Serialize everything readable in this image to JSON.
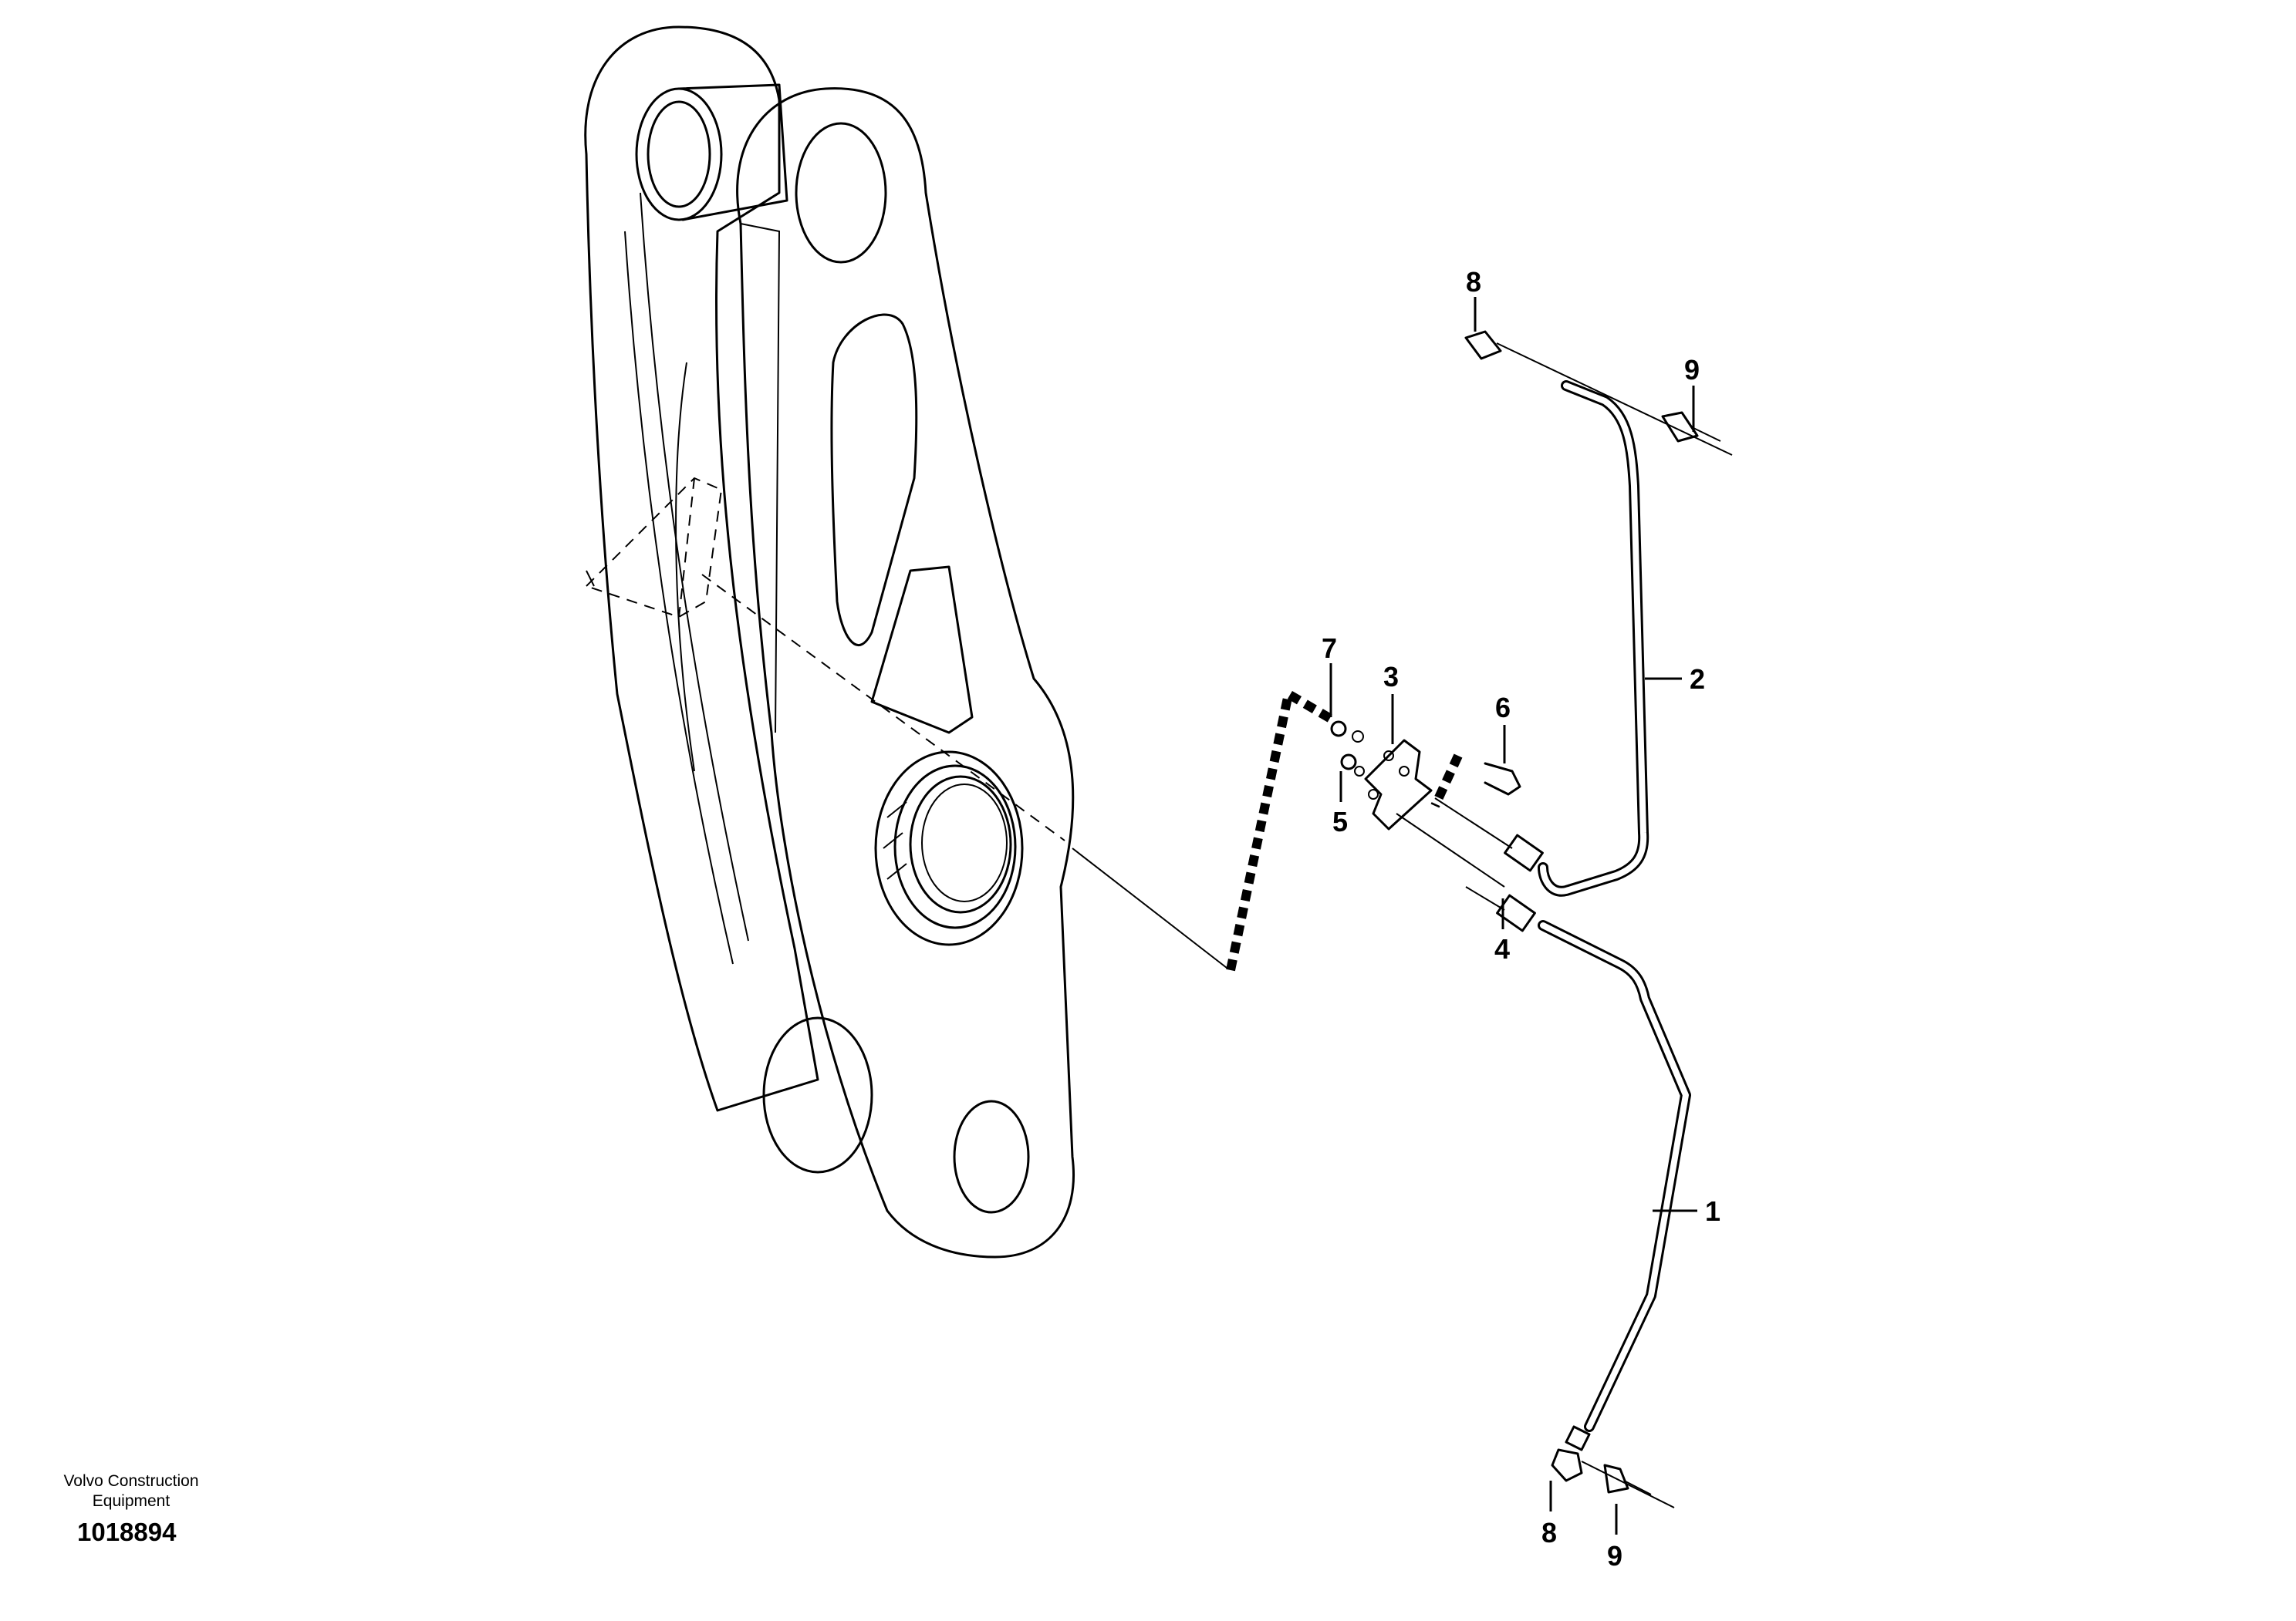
{
  "diagram": {
    "callouts": [
      {
        "id": "1",
        "label": "1"
      },
      {
        "id": "2",
        "label": "2"
      },
      {
        "id": "3",
        "label": "3"
      },
      {
        "id": "4",
        "label": "4"
      },
      {
        "id": "5",
        "label": "5"
      },
      {
        "id": "6",
        "label": "6"
      },
      {
        "id": "7",
        "label": "7"
      },
      {
        "id": "8a",
        "label": "8"
      },
      {
        "id": "8b",
        "label": "8"
      },
      {
        "id": "9a",
        "label": "9"
      },
      {
        "id": "9b",
        "label": "9"
      }
    ]
  },
  "footer": {
    "brand_line1": "Volvo Construction",
    "brand_line2": "Equipment",
    "document_number": "1018894"
  }
}
